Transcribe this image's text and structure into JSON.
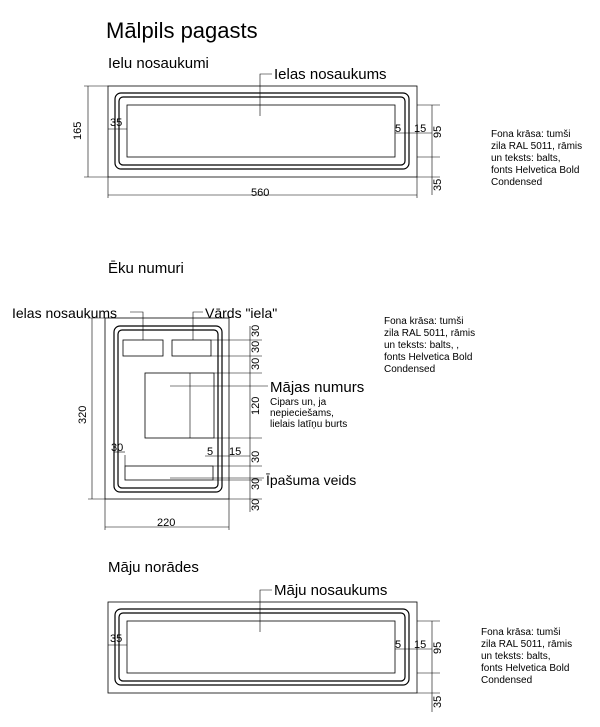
{
  "title": "Mālpils pagasts",
  "sections": {
    "street": {
      "heading": "Ielu nosaukumi",
      "label": "Ielas nosaukums",
      "dim_height": "165",
      "dim_width": "560",
      "dim_left": "35",
      "dim_inner": "5",
      "dim_frame": "15",
      "dim_text": "95",
      "dim_bottom": "35",
      "note": [
        "Fona krāsa: tumši",
        "zila RAL 5011, rāmis",
        "un teksts: balts,",
        "fonts Helvetica Bold",
        "Condensed"
      ]
    },
    "building": {
      "heading": "Ēku numuri",
      "label_street": "Ielas nosaukums",
      "label_word": "Vārds \"iela\"",
      "label_number": "Mājas numurs",
      "number_desc": [
        "Cipars un, ja",
        "nepieciešams,",
        "lielais latīņu burts"
      ],
      "label_property": "Īpašuma veids",
      "dim_height": "320",
      "dim_width": "220",
      "dim_30a": "30",
      "dim_30b": "30",
      "dim_30c": "30",
      "dim_30d": "30",
      "dim_120": "120",
      "dim_30e": "30",
      "dim_5": "5",
      "dim_15": "15",
      "dim_30f": "30",
      "dim_30g": "30",
      "note": [
        "Fona krāsa: tumši",
        "zila RAL 5011, rāmis",
        "un teksts: balts, ,",
        "fonts  Helvetica Bold",
        "Condensed"
      ]
    },
    "house": {
      "heading": "Māju norādes",
      "label": "Māju nosaukums",
      "dim_left": "35",
      "dim_inner": "5",
      "dim_frame": "15",
      "dim_text": "95",
      "dim_bottom": "35",
      "note": [
        "Fona krāsa: tumši",
        "zila RAL 5011, rāmis",
        "un teksts: balts,",
        "fonts  Helvetica Bold",
        "Condensed"
      ]
    }
  }
}
